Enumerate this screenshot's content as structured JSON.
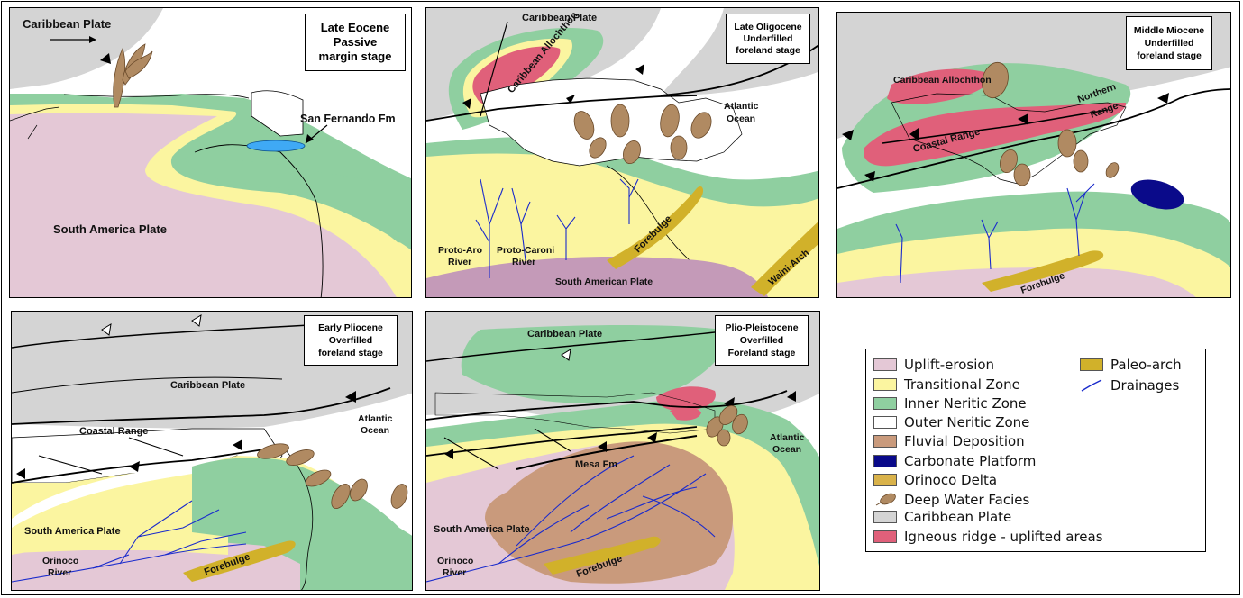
{
  "colors": {
    "uplift": "#e4c8d6",
    "transitional": "#fbf5a0",
    "inner_neritic": "#8fcfa0",
    "outer_neritic": "#ffffff",
    "fluvial": "#c99a7c",
    "carbonate": "#0a0a8a",
    "orinoco_delta": "#d9b24a",
    "deep_water": "#b08a62",
    "caribbean": "#d4d4d4",
    "igneous": "#e0607a",
    "paleo_arch": "#d1b12a",
    "drainage": "#1a2bcc",
    "blue_fm": "#3fa9f5"
  },
  "panels": {
    "late_eocene": {
      "title_lines": [
        "Late Eocene",
        "Passive",
        "margin stage"
      ],
      "labels": {
        "caribbean": "Caribbean Plate",
        "san_fernando": "San Fernando Fm",
        "south_america": "South America Plate"
      }
    },
    "late_oligocene": {
      "title_lines": [
        "Late Oligocene",
        "Underfilled",
        "foreland stage"
      ],
      "labels": {
        "caribbean": "Caribbean Plate",
        "allochthon": "Caribbean Allochthon",
        "atlantic_1": "Atlantic",
        "atlantic_2": "Ocean",
        "forebulge": "Forebulge",
        "aro_1": "Proto-Aro",
        "aro_2": "River",
        "caroni_1": "Proto-Caroni",
        "caroni_2": "River",
        "south_american": "South American Plate",
        "waini": "Waini-Arch"
      }
    },
    "middle_miocene": {
      "title_lines": [
        "Middle Miocene",
        "Underfilled",
        "foreland stage"
      ],
      "labels": {
        "allochthon": "Caribbean Allochthon",
        "northern_1": "Northern",
        "northern_2": "Range",
        "coastal": "Coastal Range",
        "forebulge": "Forebulge"
      }
    },
    "early_pliocene": {
      "title_lines": [
        "Early Pliocene",
        "Overfilled",
        "foreland stage"
      ],
      "labels": {
        "caribbean": "Caribbean Plate",
        "coastal": "Coastal Range",
        "atlantic_1": "Atlantic",
        "atlantic_2": "Ocean",
        "south_america": "South America Plate",
        "orinoco_1": "Orinoco",
        "orinoco_2": "River",
        "forebulge": "Forebulge"
      }
    },
    "plio_pleistocene": {
      "title_lines": [
        "Plio-Pleistocene",
        "Overfilled",
        "Foreland stage"
      ],
      "labels": {
        "caribbean": "Caribbean Plate",
        "atlantic_1": "Atlantic",
        "atlantic_2": "Ocean",
        "mesa": "Mesa Fm",
        "south_america": "South America Plate",
        "orinoco_1": "Orinoco",
        "orinoco_2": "River",
        "forebulge": "Forebulge"
      }
    }
  },
  "legend": {
    "items": [
      {
        "label": "Uplift-erosion",
        "color": "#e4c8d6"
      },
      {
        "label": "Transitional Zone",
        "color": "#fbf5a0"
      },
      {
        "label": "Inner Neritic Zone",
        "color": "#8fcfa0"
      },
      {
        "label": "Outer Neritic Zone",
        "color": "#ffffff"
      },
      {
        "label": "Fluvial Deposition",
        "color": "#c99a7c"
      },
      {
        "label": "Carbonate Platform",
        "color": "#0a0a8a"
      },
      {
        "label": "Orinoco Delta",
        "color": "#d9b24a"
      },
      {
        "label": "Deep Water Facies",
        "color": "#b08a62",
        "icon": "lobe"
      },
      {
        "label": "Caribbean Plate",
        "color": "#d4d4d4"
      },
      {
        "label": "Igneous ridge - uplifted areas",
        "color": "#e0607a"
      }
    ],
    "right_items": [
      {
        "label": "Paleo-arch",
        "color": "#d1b12a"
      },
      {
        "label": "Drainages",
        "color": "#1a2bcc",
        "icon": "line"
      }
    ]
  }
}
